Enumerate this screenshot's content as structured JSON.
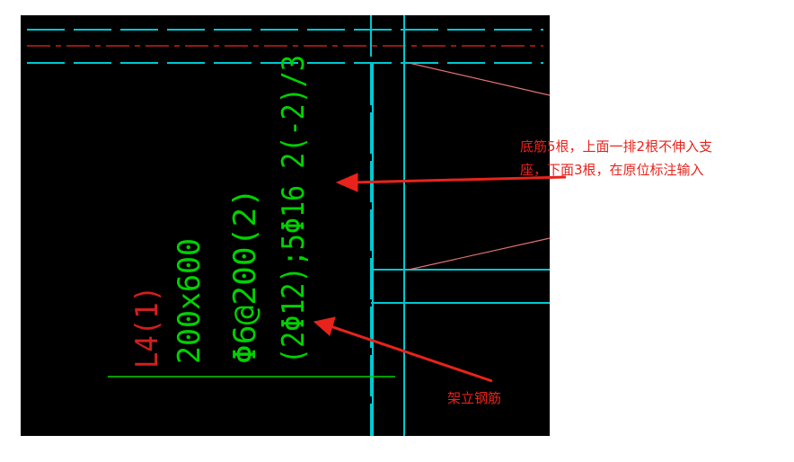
{
  "drawing": {
    "background": "#000000",
    "colors": {
      "axis_line": "#00c8d2",
      "dash_red": "#c81e1e",
      "beam_text": "#00d200",
      "beam_name": "#d21e1e",
      "thin_line": "#e07070",
      "leader": "#00d200"
    },
    "beam_annotation": {
      "name": "L4(1)",
      "section": "200x600",
      "stirrup": "Φ6@200(2)",
      "rebar": "(2Φ12);5Φ16 2(-2)/3"
    }
  },
  "callouts": {
    "bottom_rebar_note": "底筋5根，上面一排2根不伸入支座，下面3根，在原位标注输入",
    "bottom_rebar_note_line1": "底筋5根，上面一排2根不伸入支",
    "bottom_rebar_note_line2": "座，下面3根，在原位标注输入",
    "erection_bar_note": "架立钢筋",
    "arrow_color": "#e8231c"
  }
}
